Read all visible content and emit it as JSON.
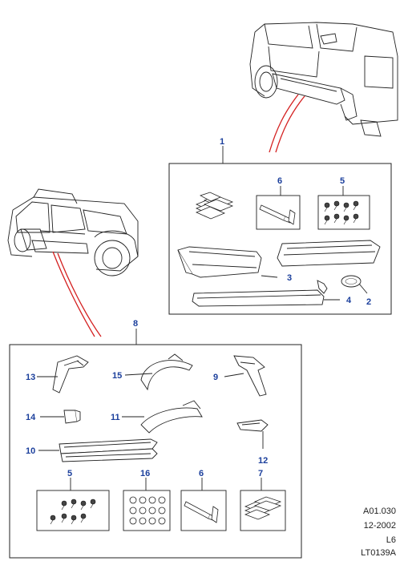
{
  "diagram": {
    "callouts": {
      "kit_1": "1",
      "kit_8": "8",
      "p2": "2",
      "p3": "3",
      "p4": "4",
      "p5_top": "5",
      "p6_top": "6",
      "p5_bottom": "5",
      "p6_bottom": "6",
      "p7": "7",
      "p9": "9",
      "p10": "10",
      "p11": "11",
      "p12": "12",
      "p13": "13",
      "p14": "14",
      "p15": "15",
      "p16": "16"
    },
    "reference": {
      "code": "A01.030",
      "date": "12-2002",
      "model": "L6",
      "illustration": "LT0139A"
    },
    "colors": {
      "callout": "#1b3f9c",
      "leader": "#d42020",
      "line": "#222222"
    }
  }
}
